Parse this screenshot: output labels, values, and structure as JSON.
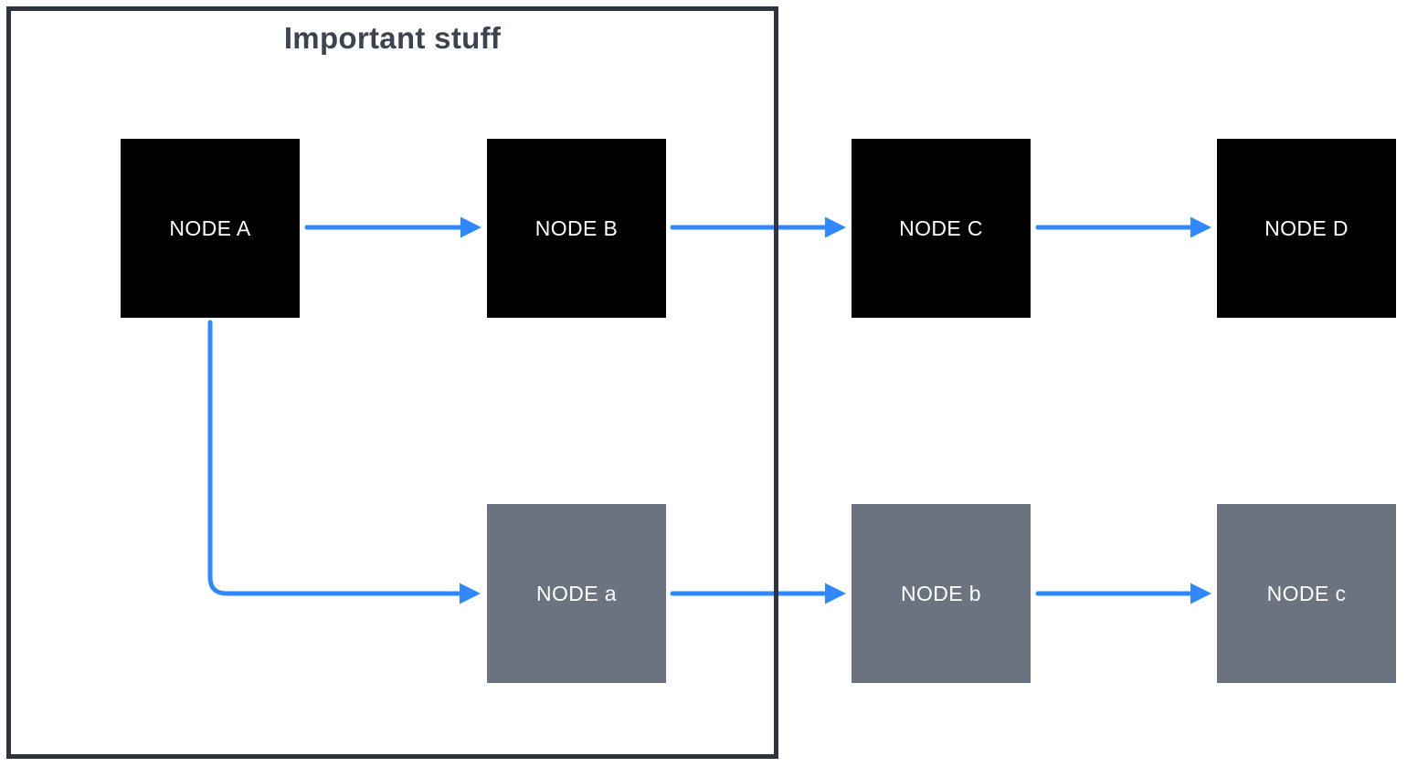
{
  "diagram": {
    "group": {
      "title": "Important stuff",
      "member_nodes": [
        "NODE A",
        "NODE B",
        "NODE a"
      ]
    },
    "nodes": [
      {
        "id": "A",
        "label": "NODE A",
        "variant": "primary"
      },
      {
        "id": "B",
        "label": "NODE B",
        "variant": "primary"
      },
      {
        "id": "C",
        "label": "NODE C",
        "variant": "primary"
      },
      {
        "id": "D",
        "label": "NODE D",
        "variant": "primary"
      },
      {
        "id": "a",
        "label": "NODE a",
        "variant": "secondary"
      },
      {
        "id": "b",
        "label": "NODE b",
        "variant": "secondary"
      },
      {
        "id": "c",
        "label": "NODE c",
        "variant": "secondary"
      }
    ],
    "edges": [
      {
        "from": "NODE A",
        "to": "NODE B",
        "shape": "straight"
      },
      {
        "from": "NODE B",
        "to": "NODE C",
        "shape": "straight"
      },
      {
        "from": "NODE C",
        "to": "NODE D",
        "shape": "straight"
      },
      {
        "from": "NODE A",
        "to": "NODE a",
        "shape": "elbow-down-right"
      },
      {
        "from": "NODE a",
        "to": "NODE b",
        "shape": "straight"
      },
      {
        "from": "NODE b",
        "to": "NODE c",
        "shape": "straight"
      }
    ]
  },
  "colors": {
    "accent": "#2f88ff",
    "node-primary": "#000000",
    "node-secondary": "#6b7280",
    "container-border": "#2e343e",
    "title-text": "#3d4450",
    "node-text": "#ffffff",
    "background": "#ffffff"
  }
}
